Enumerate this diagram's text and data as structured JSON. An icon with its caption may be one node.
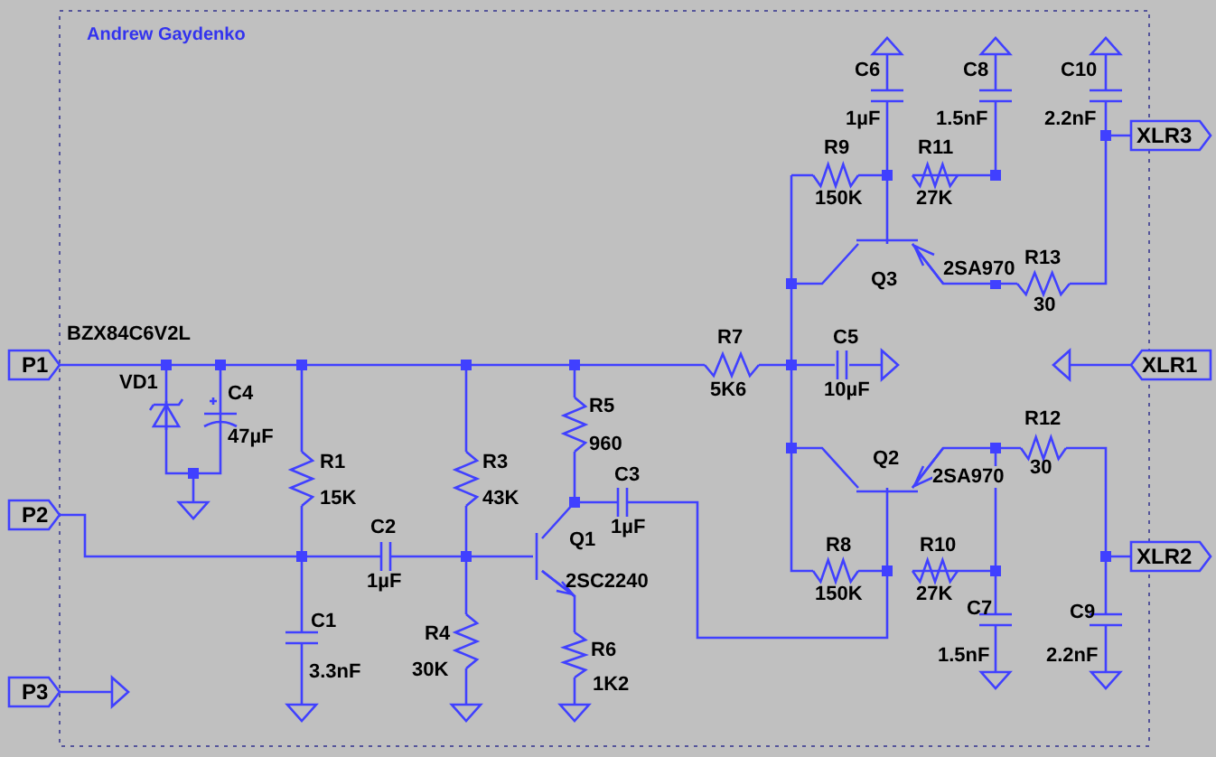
{
  "diagram": {
    "labels": [
      "Andrew Gaydenko",
      "C6",
      "C8",
      "C10",
      "1µF",
      "1.5nF",
      "2.2nF",
      "XLR3",
      "R9",
      "R11",
      "150K",
      "27K",
      "Q3",
      "2SA970",
      "R13",
      "30",
      "BZX84C6V2L",
      "P1",
      "R7",
      "C5",
      "XLR1",
      "VD1",
      "C4",
      "5K6",
      "10µF",
      "47µF",
      "R5",
      "R12",
      "960",
      "R1",
      "R3",
      "Q2",
      "2SA970",
      "30",
      "15K",
      "43K",
      "C3",
      "1µF",
      "P2",
      "C2",
      "Q1",
      "R8",
      "R10",
      "XLR2",
      "1µF",
      "2SC2240",
      "150K",
      "27K",
      "C7",
      "C9",
      "C1",
      "R4",
      "R6",
      "1.5nF",
      "2.2nF",
      "3.3nF",
      "30K",
      "1K2",
      "P3"
    ]
  }
}
